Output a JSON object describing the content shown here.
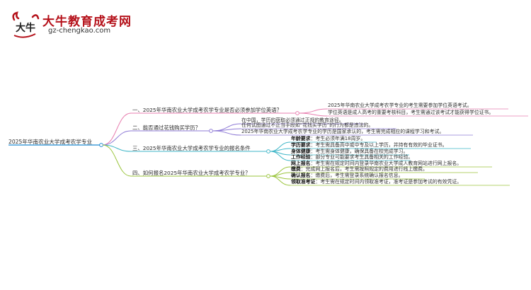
{
  "logo": {
    "title": "大牛教育成考网",
    "url": "gz-chengkao.com",
    "mark_text": "大牛"
  },
  "root": "2025年华南农业大学成考农学专业",
  "branches": [
    {
      "label": "一、2025年华南农业大学成考农学专业是否必须参加学位英语？",
      "leaves": [
        "2025年华南农业大学成考农学专业的考生需要参加学位英语考试。",
        "学位英语是成人高考的重要考核科目，考生需通过该考试才能获得学位证书。"
      ]
    },
    {
      "label": "二、能否通过花钱购买学历？",
      "leaves": [
        "在中国，学历的获取必须通过正规的教育途径。",
        "任何试图通过不正当手段如“花钱买学历”的行为都是违法的。",
        "2025年华南农业大学成考农学专业的学历是国家承认的，考生需完成相应的课程学习和考试。"
      ]
    },
    {
      "label": "三、2025年华南农业大学成考农学专业的报名条件",
      "leaves": [
        {
          "key": "年龄要求",
          "text": "：考生必须年满18周岁。"
        },
        {
          "key": "学历要求",
          "text": "：考生需具备高中或中专及以上学历，并持有有效的毕业证书。"
        },
        {
          "key": "身体健康",
          "text": "：考生需身体健康，确保具备在校完成学习。"
        },
        {
          "key": "工作经验",
          "text": "：部分专业可能要求考生具备相关的工作经验。"
        }
      ]
    },
    {
      "label": "四、如何报名2025年华南农业大学成考农学专业？",
      "leaves": [
        {
          "key": "网上报名",
          "text": "：考生需在规定时间内登录华南农业大学成人教育网站进行网上报名。"
        },
        {
          "key": "缴费",
          "text": "：完成网上报名后，考生需按照规定的费用进行线上缴费。"
        },
        {
          "key": "确认报名",
          "text": "：缴费后，考生需登录系统确认报名信息。"
        },
        {
          "key": "领取准考证",
          "text": "：考生需在规定时间内领取准考证，准考证是参加考试的有效凭证。"
        }
      ]
    }
  ],
  "colors": {
    "branch1": "#e87fb0",
    "branch2": "#8f7bd6",
    "branch3": "#3fb6c8",
    "branch4": "#9bc53d",
    "root": "#1f8bd1"
  }
}
